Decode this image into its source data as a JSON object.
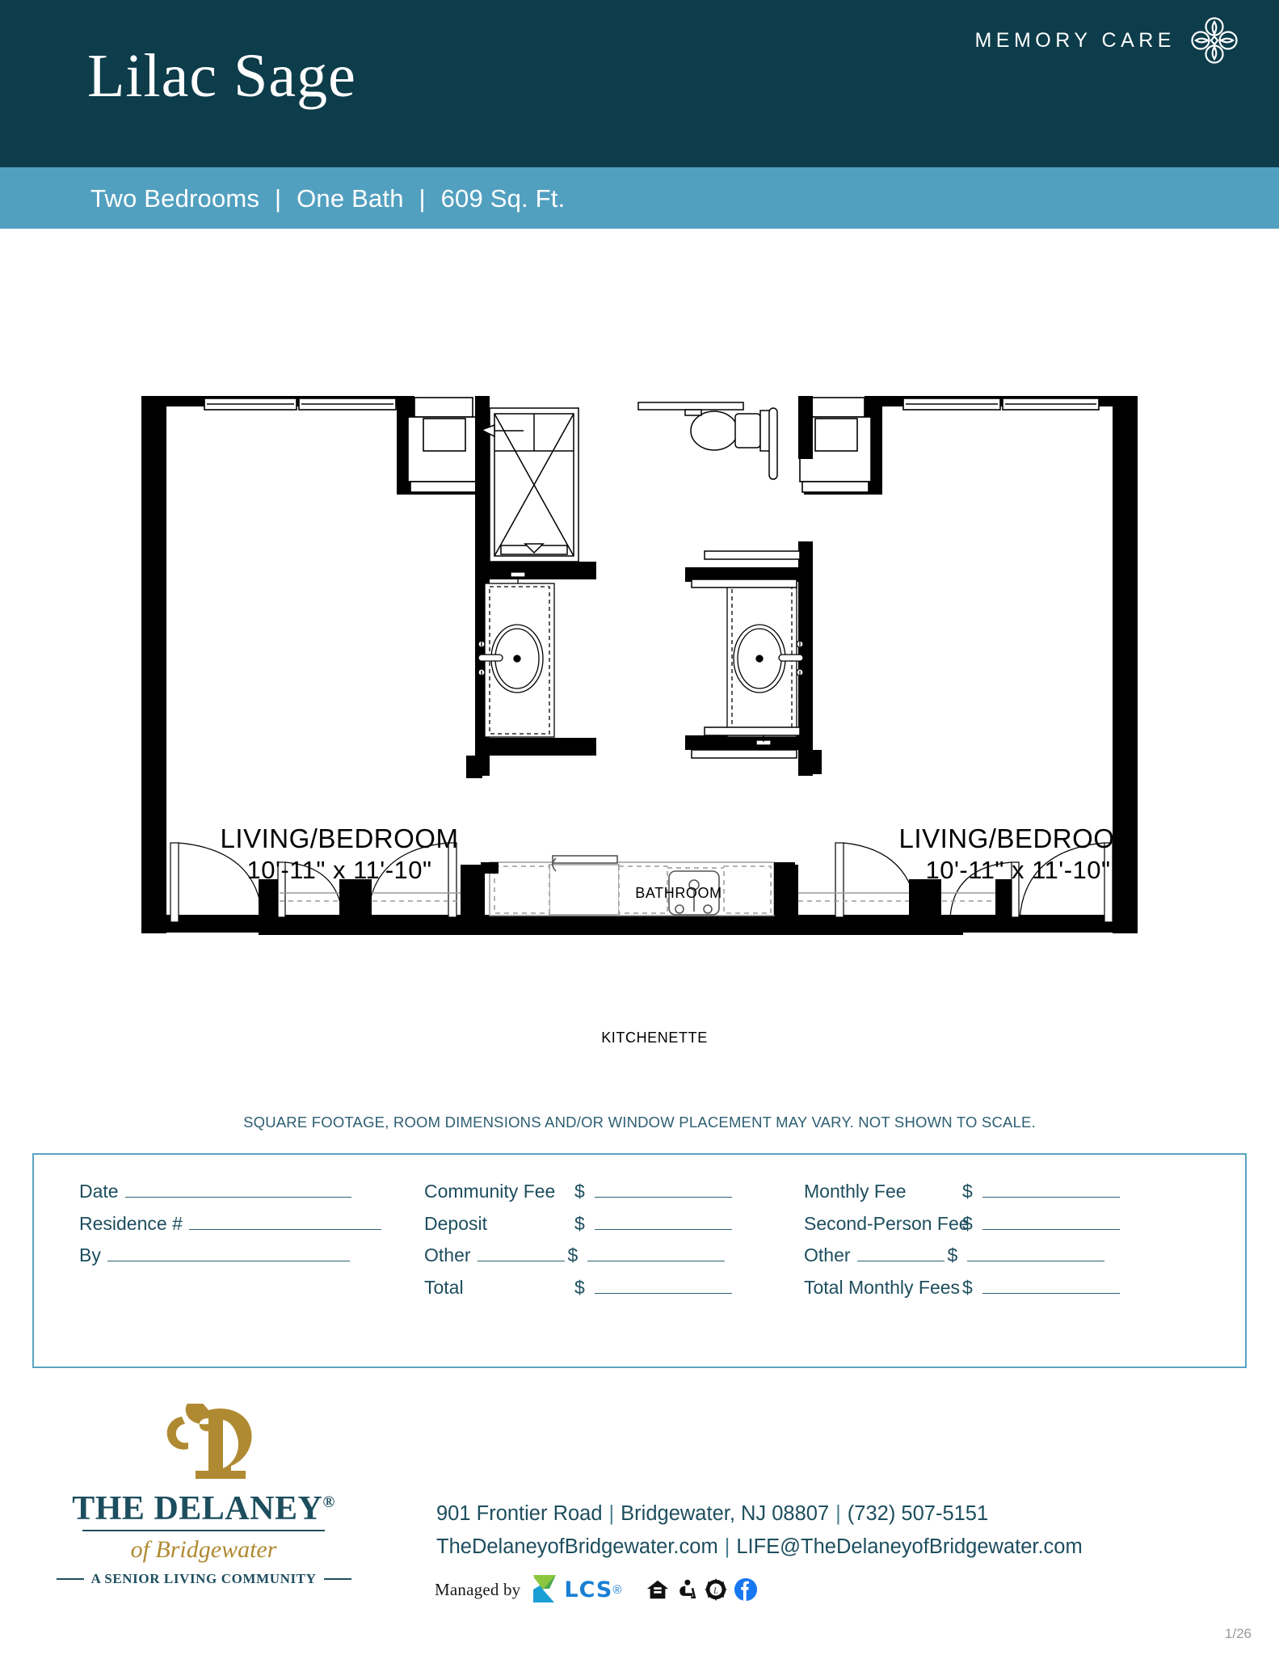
{
  "header": {
    "plan_name": "Lilac Sage",
    "care_type": "MEMORY CARE",
    "logo_icon": "quatrefoil-icon",
    "dark_bg": "#0d3c4a",
    "band_bg": "#52a0c0"
  },
  "specs": {
    "bedrooms": "Two Bedrooms",
    "bathrooms": "One Bath",
    "area": "609 Sq. Ft.",
    "separator": "|"
  },
  "floorplan": {
    "rooms": [
      {
        "name": "LIVING/BEDROOM",
        "dimensions": "10'-11\" x 11'-10\""
      },
      {
        "name": "BATHROOM",
        "dimensions": ""
      },
      {
        "name": "LIVING/BEDROOM",
        "dimensions": "10'-11\" x 11'-10\""
      },
      {
        "name": "KITCHENETTE",
        "dimensions": ""
      }
    ],
    "room_left_label": "LIVING/BEDROOM",
    "room_left_dims": "10'-11\" x 11'-10\"",
    "room_right_label": "LIVING/BEDROOM",
    "room_right_dims": "10'-11\" x 11'-10\"",
    "bathroom_label": "BATHROOM",
    "kitchenette_label": "KITCHENETTE",
    "wall_color": "#000000",
    "fixture_color": "#3d3d3d"
  },
  "disclaimer": "SQUARE FOOTAGE, ROOM DIMENSIONS AND/OR WINDOW PLACEMENT MAY VARY. NOT SHOWN TO SCALE.",
  "form": {
    "border_color": "#5aa3c2",
    "left_fields": [
      {
        "label": "Date",
        "value": ""
      },
      {
        "label": "Residence #",
        "value": ""
      },
      {
        "label": "By",
        "value": ""
      }
    ],
    "middle_fields": [
      {
        "label": "Community Fee",
        "currency": "$",
        "value": ""
      },
      {
        "label": "Deposit",
        "currency": "$",
        "value": ""
      },
      {
        "label": "Other",
        "currency": "$",
        "value": "",
        "has_name_line": true
      },
      {
        "label": "Total",
        "currency": "$",
        "value": ""
      }
    ],
    "right_fields": [
      {
        "label": "Monthly Fee",
        "currency": "$",
        "value": ""
      },
      {
        "label": "Second-Person Fee",
        "currency": "$",
        "value": ""
      },
      {
        "label": "Other",
        "currency": "$",
        "value": "",
        "has_name_line": true
      },
      {
        "label": "Total Monthly Fees",
        "currency": "$",
        "value": ""
      }
    ]
  },
  "footer": {
    "brand_the": "THE",
    "brand_delaney": "DELANEY",
    "brand_registered": "®",
    "brand_of": "of Bridgewater",
    "brand_tagline": "A SENIOR LIVING COMMUNITY",
    "address": "901 Frontier Road",
    "city_state_zip": "Bridgewater, NJ 08807",
    "phone": "(732) 507-5151",
    "website": "TheDelaneyofBridgewater.com",
    "email": "LIFE@TheDelaneyofBridgewater.com",
    "separator": "|",
    "managed_by": "Managed by",
    "lcs_label": "LCS",
    "badges": [
      "equal-housing-icon",
      "accessibility-icon",
      "pet-friendly-icon",
      "facebook-icon"
    ],
    "page_number": "1/26",
    "gold_color": "#b08a32",
    "teal_color": "#1d4e5e"
  }
}
